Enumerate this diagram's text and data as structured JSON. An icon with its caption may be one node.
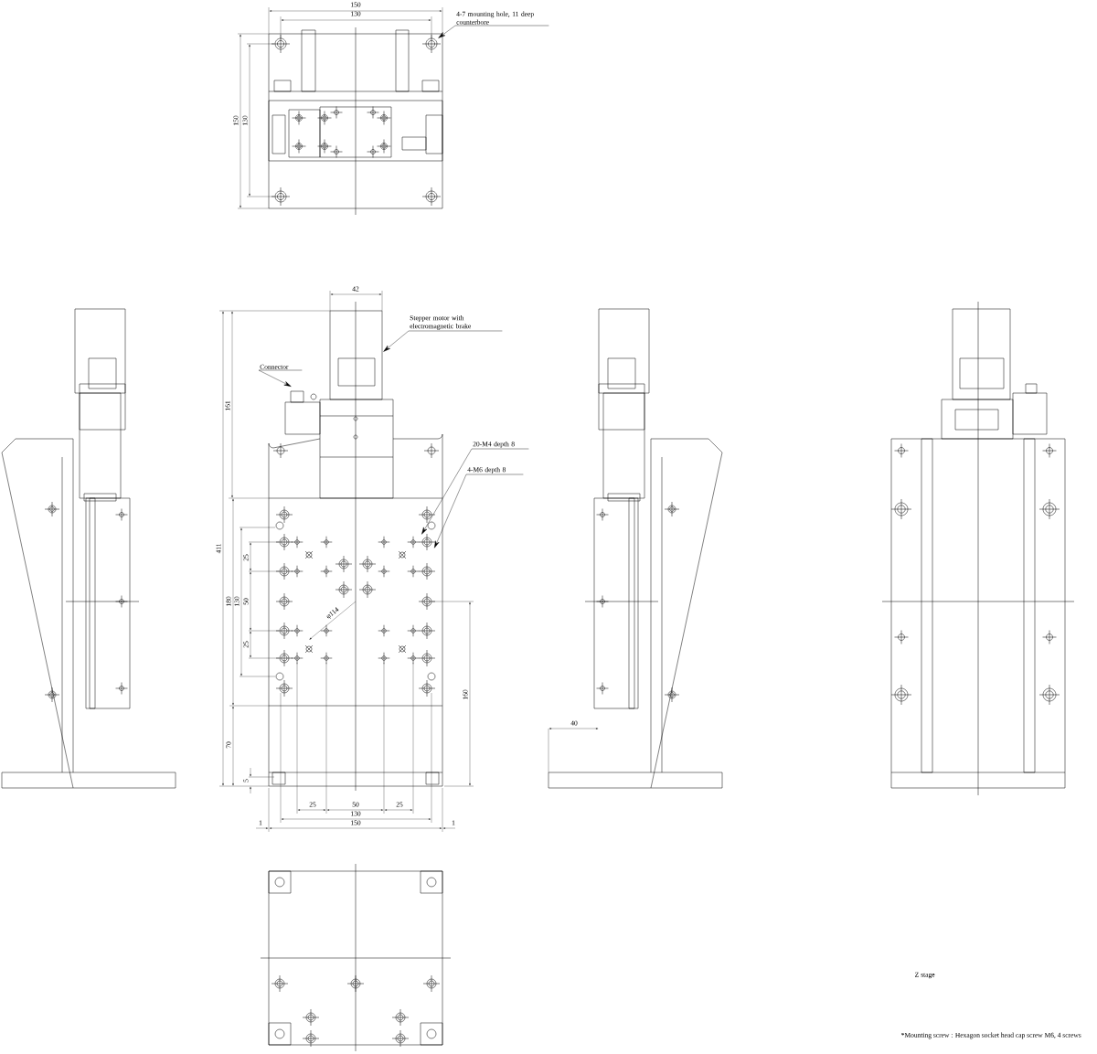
{
  "diagram": {
    "nodes": [
      {
        "text": [
          "4-7 mounting hole, 11 deep counterbore"
        ]
      },
      {
        "text": [
          "Stepper motor with electromagnetic brake"
        ]
      },
      {
        "text": [
          "Connector"
        ]
      },
      {
        "text": [
          "20-M4 depth 8"
        ]
      },
      {
        "text": [
          "4-M6 depth 8"
        ]
      }
    ],
    "edges": [
      {
        "from": 0,
        "to": null,
        "arrow": "to"
      },
      {
        "from": 1,
        "to": null,
        "arrow": "to"
      },
      {
        "from": 2,
        "to": null,
        "arrow": "to"
      },
      {
        "from": 3,
        "to": null,
        "arrow": "to"
      },
      {
        "from": 4,
        "to": null,
        "arrow": "to"
      }
    ],
    "labels": [
      "150",
      "130",
      "150",
      "130",
      "42",
      "161",
      "411",
      "180",
      "25",
      "130",
      "50",
      "φ114",
      "25",
      "160",
      "40",
      "70",
      "5",
      "25",
      "50",
      "25",
      "130",
      "1",
      "150",
      "1",
      "Z stage",
      "*Mounting screw : Hexagon socket head cap screw M6, 4 screws"
    ]
  }
}
